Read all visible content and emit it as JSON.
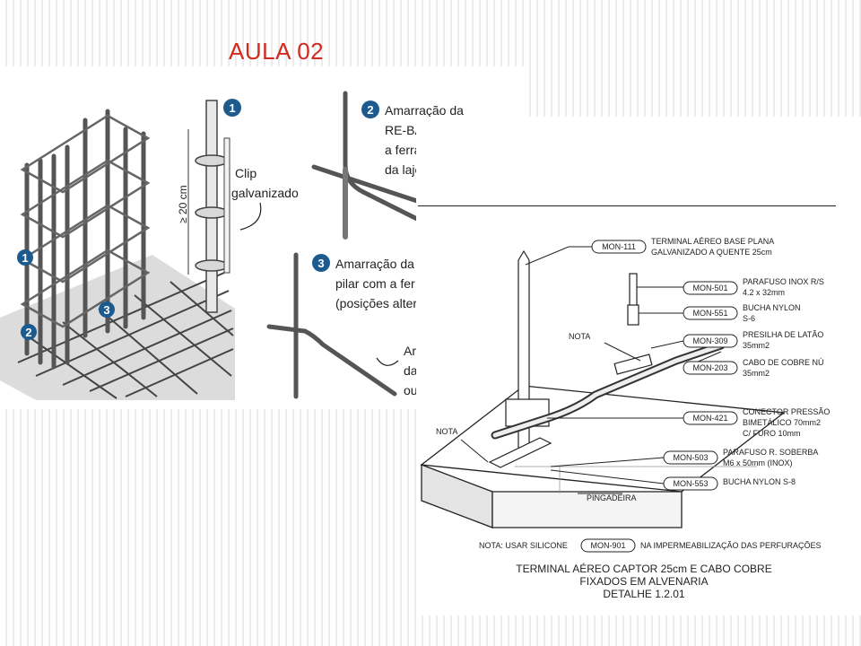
{
  "slide": {
    "title": "AULA 02",
    "title_color": "#d12a1f",
    "accent_color": "#9aab7f"
  },
  "left_figure": {
    "callout_1": "Clip galvanizado",
    "callout_1_line1": "Clip",
    "callout_1_line2": "galvanizado",
    "dimension": "≥ 20 cm",
    "step_1_marker": "1",
    "step_2_marker": "2",
    "step_3_marker": "3",
    "step_2_lines": [
      "Amarração da",
      "RE-BAR com",
      "a ferragem",
      "da laje"
    ],
    "step_3_lines": [
      "Amarração da",
      "pilar com a fer",
      "(posições alter"
    ],
    "step_4_lines": [
      "Ar",
      "da",
      "ou"
    ]
  },
  "right_figure": {
    "labels": {
      "mon111_code": "MON-111",
      "mon111_l1": "TERMINAL AÉREO BASE PLANA",
      "mon111_l2": "GALVANIZADO A QUENTE 25cm",
      "mon501_code": "MON-501",
      "mon501_l1": "PARAFUSO INOX R/S",
      "mon501_l2": "4.2 x 32mm",
      "mon551_code": "MON-551",
      "mon551_l1": "BUCHA NYLON",
      "mon551_l2": "S-6",
      "mon309_code": "MON-309",
      "mon309_l1": "PRESILHA DE LATÃO",
      "mon309_l2": "35mm2",
      "mon203_code": "MON-203",
      "mon203_l1": "CABO DE COBRE NÚ",
      "mon203_l2": "35mm2",
      "mon421_code": "MON-421",
      "mon421_l1": "CONECTOR PRESSÃO",
      "mon421_l2": "BIMETÁLICO 70mm2",
      "mon421_l3": "C/ FURO 10mm",
      "mon503_code": "MON-503",
      "mon503_l1": "PARAFUSO R. SOBERBA",
      "mon503_l2": "M6 x 50mm (INOX)",
      "mon553_code": "MON-553",
      "mon553_l1": "BUCHA NYLON S-8",
      "nota_1": "NOTA",
      "nota_2": "NOTA",
      "pingadeira": "PINGADEIRA"
    },
    "note_prefix": "NOTA: USAR SILICONE",
    "note_code": "MON-901",
    "note_suffix": "NA IMPERMEABILIZAÇÃO DAS PERFURAÇÕES",
    "caption_l1": "TERMINAL AÉREO CAPTOR 25cm E CABO COBRE",
    "caption_l2": "FIXADOS EM ALVENARIA",
    "caption_l3": "DETALHE 1.2.01"
  }
}
